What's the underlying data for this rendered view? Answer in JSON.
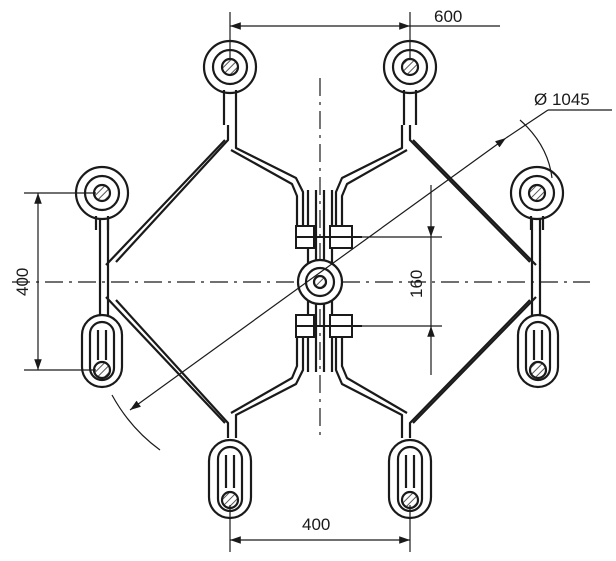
{
  "dimensions": {
    "top_width": "600",
    "bottom_width": "400",
    "left_height": "400",
    "center_height": "160",
    "diameter": "Ø 1045"
  },
  "colors": {
    "ink": "#1a1a1a",
    "hatch": "#555555",
    "background": "#ffffff"
  }
}
